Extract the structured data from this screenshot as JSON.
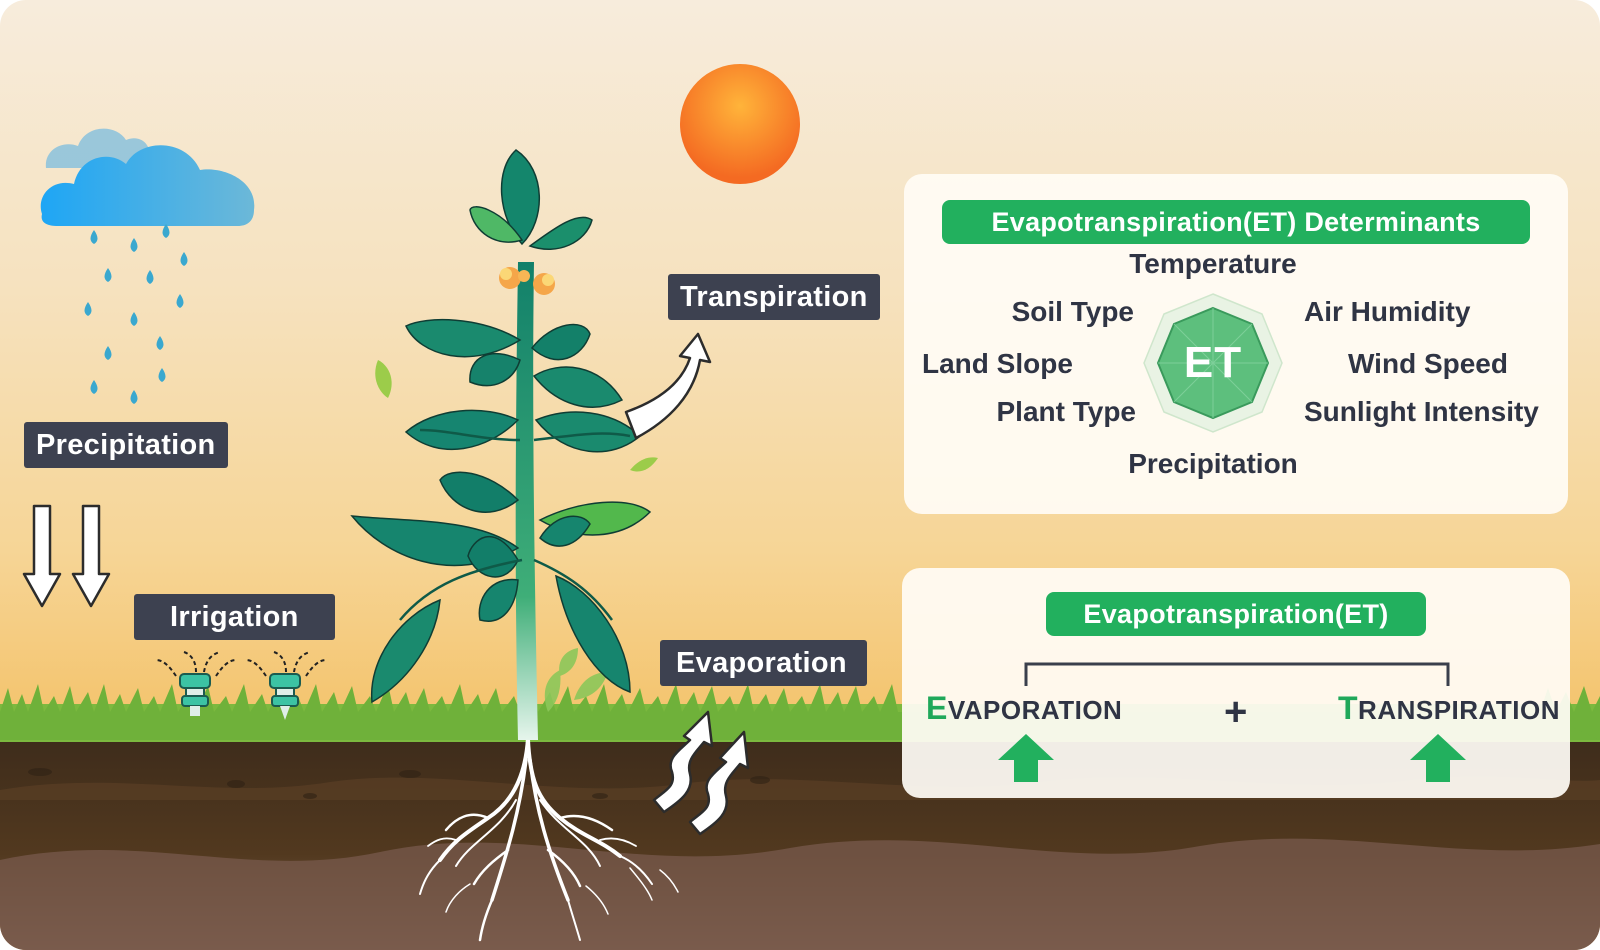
{
  "labels": {
    "precipitation": "Precipitation",
    "irrigation": "Irrigation",
    "transpiration": "Transpiration",
    "evaporation": "Evaporation"
  },
  "determinants_panel": {
    "title": "Evapotranspiration(ET) Determinants",
    "center": "ET",
    "factors": {
      "temperature": "Temperature",
      "soil_type": "Soil Type",
      "air_humidity": "Air Humidity",
      "land_slope": "Land Slope",
      "wind_speed": "Wind Speed",
      "plant_type": "Plant Type",
      "sunlight_intensity": "Sunlight Intensity",
      "precipitation": "Precipitation"
    }
  },
  "et_panel": {
    "title": "Evapotranspiration(ET)",
    "evaporation": {
      "initial": "E",
      "rest": "VAPORATION"
    },
    "operator": "+",
    "transpiration": {
      "initial": "T",
      "rest": "RANSPIRATION"
    }
  },
  "colors": {
    "accent_green": "#22b05e",
    "label_bg": "#3d4150",
    "sun": "#f7902f",
    "cloud": "#2da7f2",
    "soil": "#4a3622"
  }
}
